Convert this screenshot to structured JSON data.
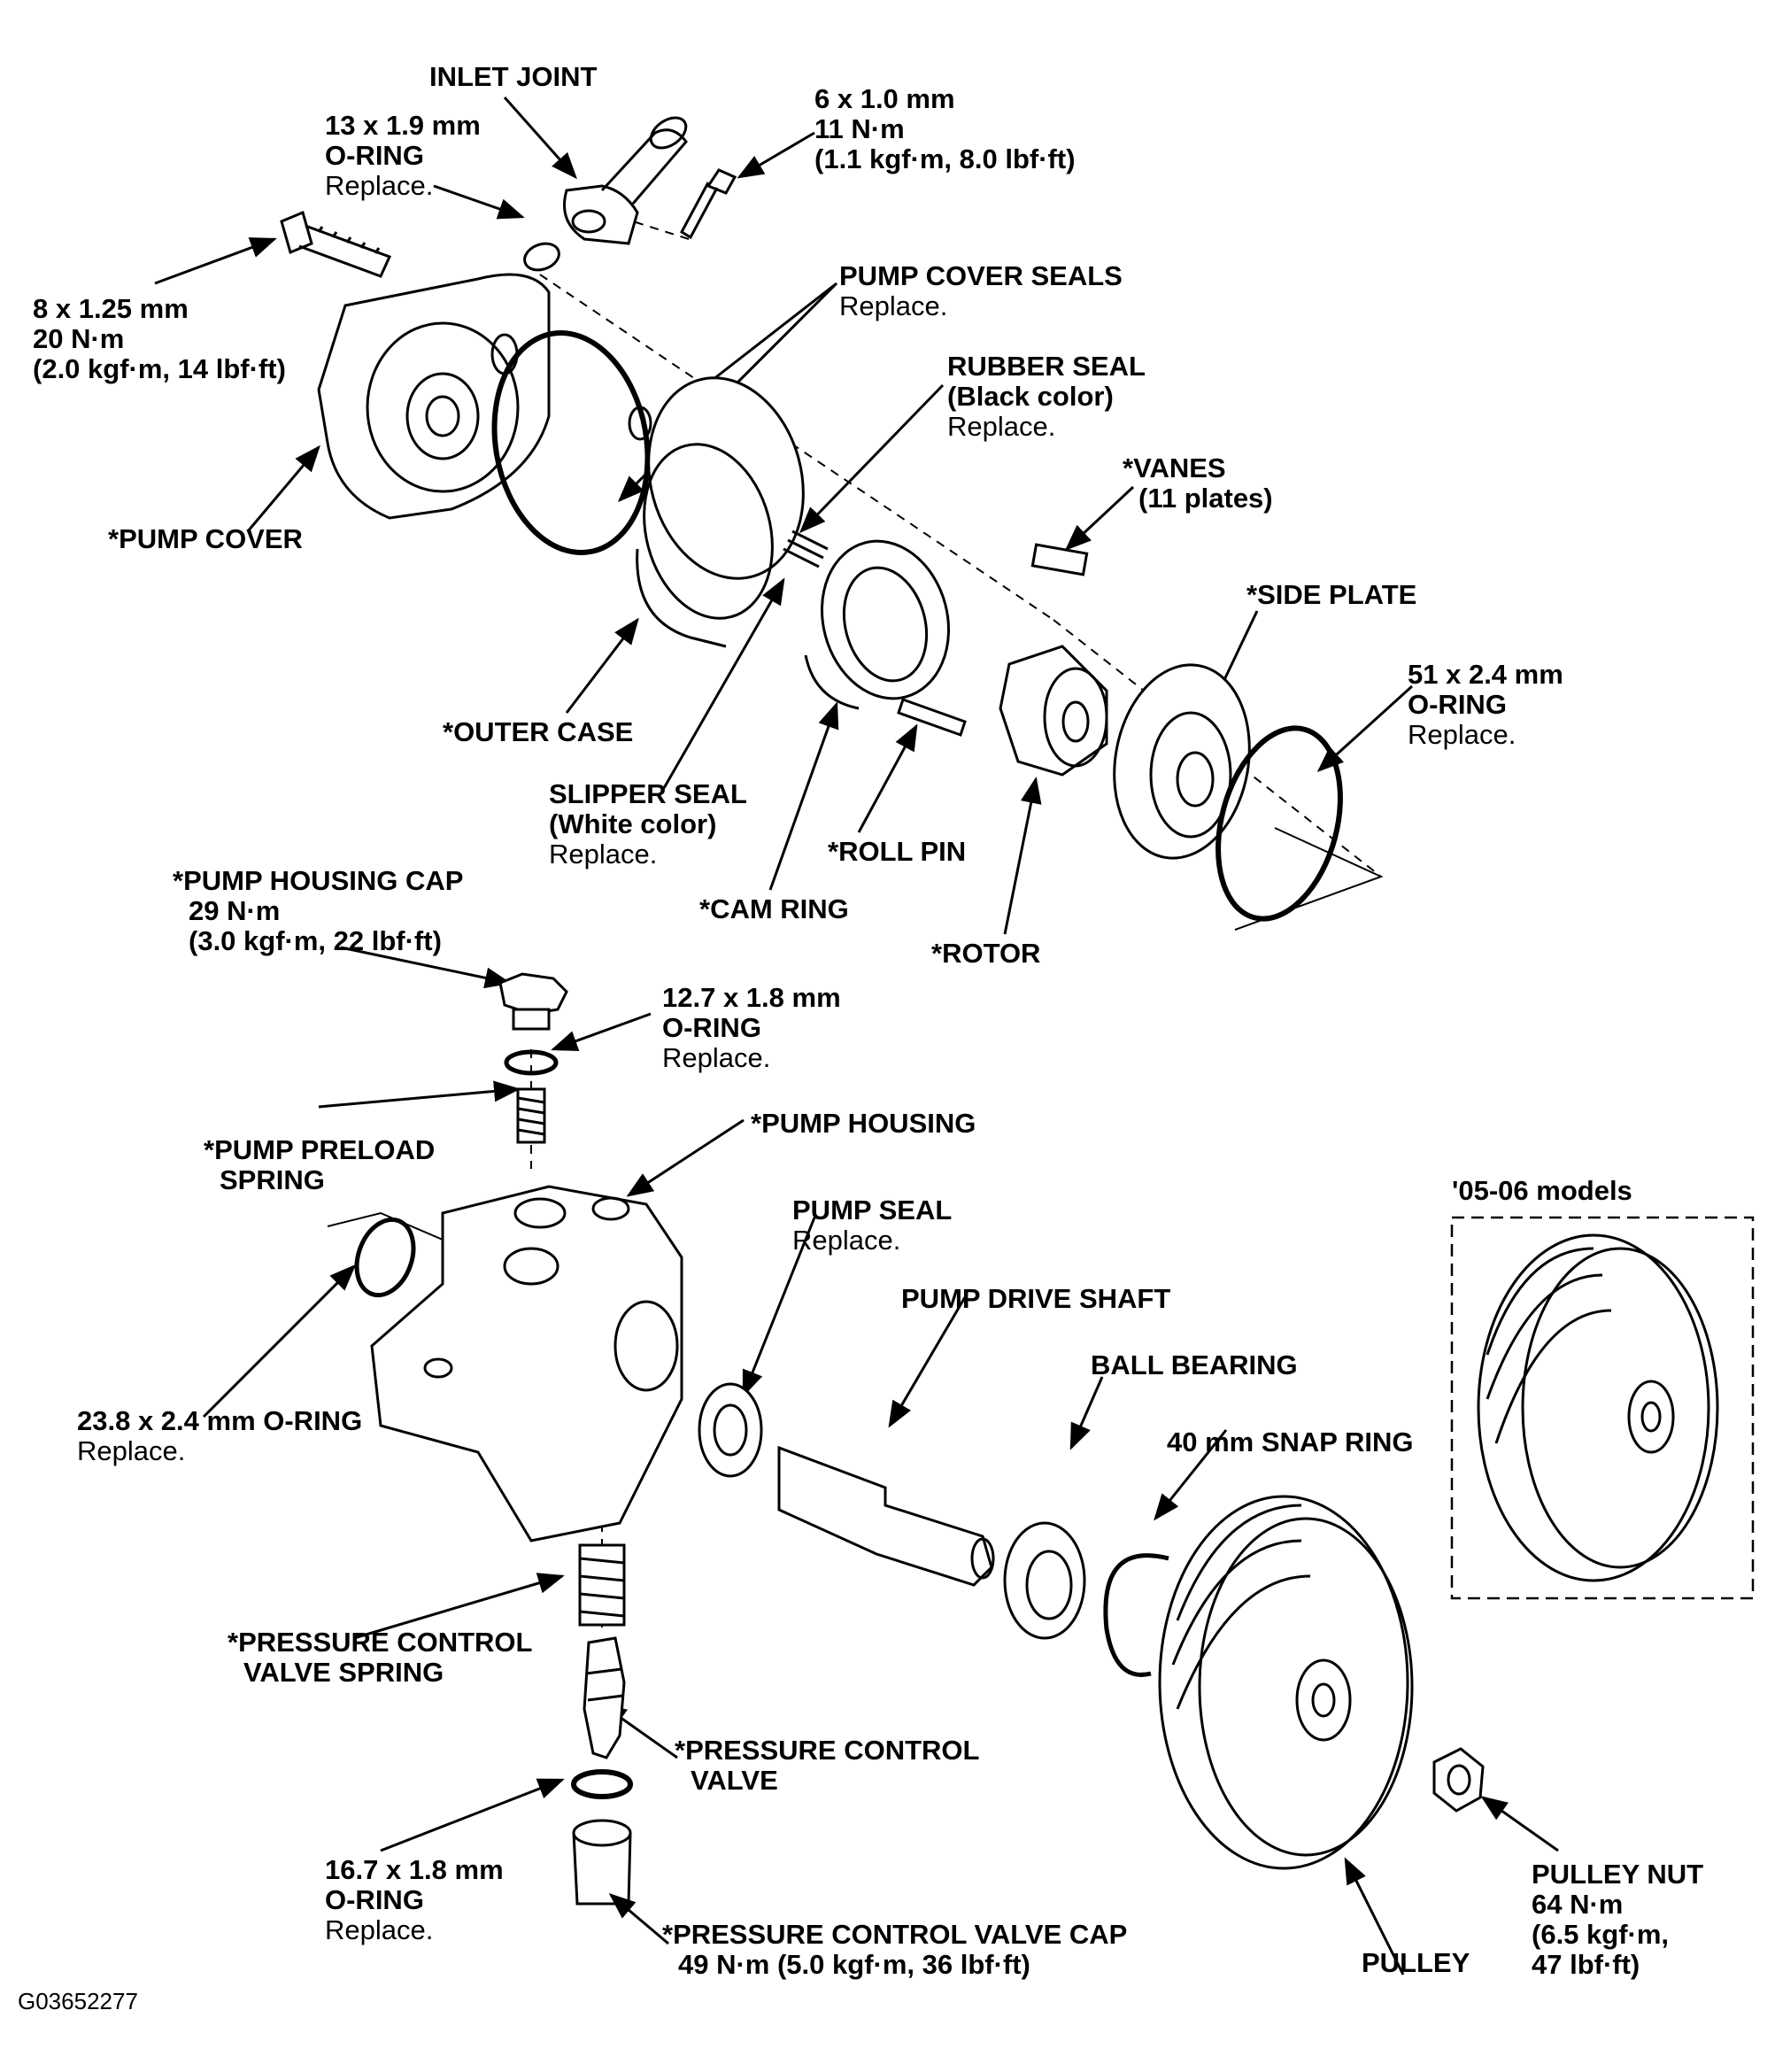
{
  "diagram_id": "G03652277",
  "inset_title": "'05-06 models",
  "labels": {
    "inlet_joint": {
      "l1": "INLET JOINT"
    },
    "oring_13": {
      "l1": "13 x 1.9 mm",
      "l2": "O-RING",
      "l3": "Replace."
    },
    "bolt_6": {
      "l1": "6 x 1.0 mm",
      "l2": "11 N·m",
      "l3": "(1.1 kgf·m, 8.0 lbf·ft)"
    },
    "bolt_8": {
      "l1": "8 x 1.25 mm",
      "l2": "20 N·m",
      "l3": "(2.0 kgf·m, 14 lbf·ft)"
    },
    "pump_cover_seals": {
      "l1": "PUMP COVER SEALS",
      "l2": "Replace."
    },
    "rubber_seal": {
      "l1": "RUBBER SEAL",
      "l2": "(Black color)",
      "l3": "Replace."
    },
    "pump_cover": {
      "l1": "*PUMP COVER"
    },
    "vanes": {
      "l1": "*VANES",
      "l2": "(11 plates)"
    },
    "side_plate": {
      "l1": "*SIDE PLATE"
    },
    "oring_51": {
      "l1": "51 x 2.4 mm",
      "l2": "O-RING",
      "l3": "Replace."
    },
    "outer_case": {
      "l1": "*OUTER CASE"
    },
    "slipper_seal": {
      "l1": "SLIPPER SEAL",
      "l2": "(White color)",
      "l3": "Replace."
    },
    "roll_pin": {
      "l1": "*ROLL PIN"
    },
    "cam_ring": {
      "l1": "*CAM RING"
    },
    "rotor": {
      "l1": "*ROTOR"
    },
    "pump_housing_cap": {
      "l1": "*PUMP HOUSING CAP",
      "l2": "29 N·m",
      "l3": "(3.0 kgf·m, 22 lbf·ft)"
    },
    "oring_12": {
      "l1": "12.7 x 1.8 mm",
      "l2": "O-RING",
      "l3": "Replace."
    },
    "pump_housing": {
      "l1": "*PUMP HOUSING"
    },
    "preload_spring": {
      "l1": "*PUMP PRELOAD",
      "l2": "SPRING"
    },
    "pump_seal": {
      "l1": "PUMP SEAL",
      "l2": "Replace."
    },
    "drive_shaft": {
      "l1": "PUMP DRIVE SHAFT"
    },
    "ball_bearing": {
      "l1": "BALL BEARING"
    },
    "snap_ring": {
      "l1": "40 mm SNAP RING"
    },
    "oring_23": {
      "l1": "23.8 x 2.4 mm O-RING",
      "l2": "Replace."
    },
    "pcv_spring": {
      "l1": "*PRESSURE CONTROL",
      "l2": "VALVE SPRING"
    },
    "pcv": {
      "l1": "*PRESSURE CONTROL",
      "l2": "VALVE"
    },
    "oring_16": {
      "l1": "16.7 x 1.8 mm",
      "l2": "O-RING",
      "l3": "Replace."
    },
    "pcv_cap": {
      "l1": "*PRESSURE CONTROL VALVE CAP",
      "l2": "49 N·m (5.0 kgf·m, 36 lbf·ft)"
    },
    "pulley_nut": {
      "l1": "PULLEY NUT",
      "l2": "64 N·m",
      "l3": "(6.5 kgf·m,",
      "l4": "47 lbf·ft)"
    },
    "pulley": {
      "l1": "PULLEY"
    }
  }
}
